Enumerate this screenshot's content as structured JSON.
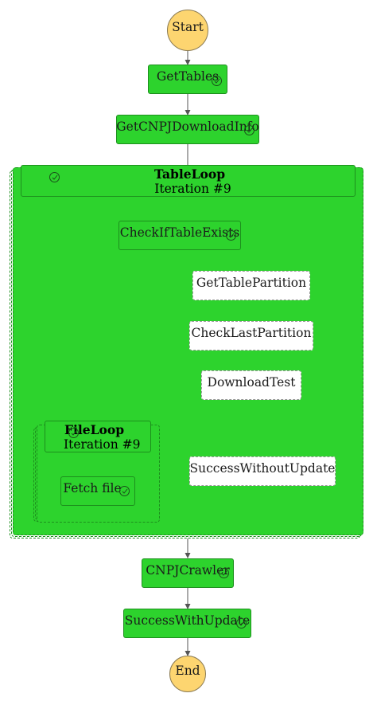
{
  "nodes": {
    "start": "Start",
    "get_tables": "GetTables",
    "get_cnpj_download_info": "GetCNPJDownloadInfo",
    "check_if_table_exists": "CheckIfTableExists",
    "get_table_partition": "GetTablePartition",
    "check_last_partition": "CheckLastPartition",
    "download_test": "DownloadTest",
    "success_without_update": "SuccessWithoutUpdate",
    "fetch_file": "Fetch file",
    "cnpj_crawler": "CNPJCrawler",
    "success_with_update": "SuccessWithUpdate",
    "end": "End"
  },
  "table_loop": {
    "title": "TableLoop",
    "iteration": "Iteration #9"
  },
  "file_loop": {
    "title": "FileLoop",
    "iteration": "Iteration #9"
  },
  "colors": {
    "succeeded": "#2dd32d",
    "not_executed": "#ffffff",
    "terminal": "#fdd570",
    "edge": "#555555"
  },
  "icons": {
    "status": "check-circle-icon"
  }
}
